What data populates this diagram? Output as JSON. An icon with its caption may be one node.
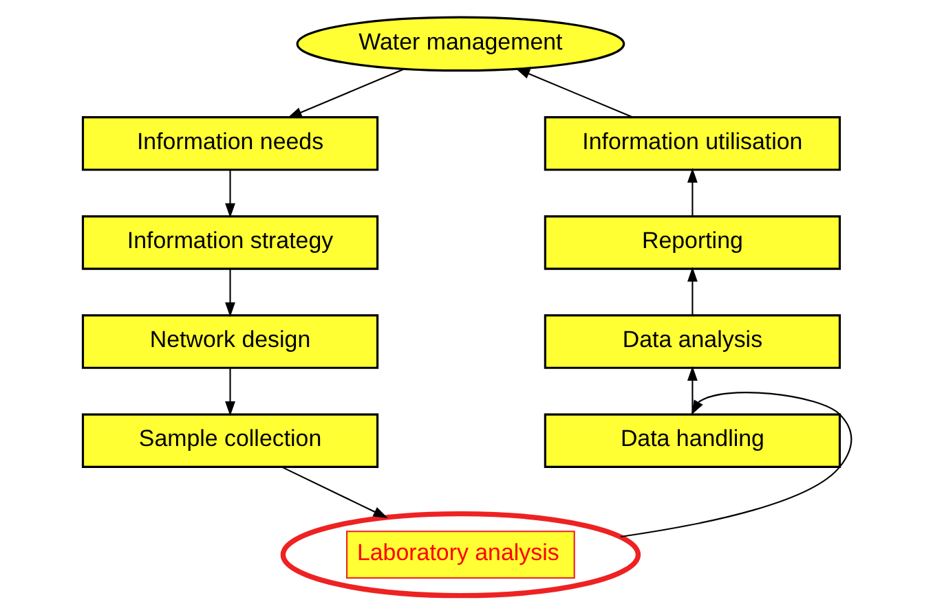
{
  "diagram": {
    "nodes": [
      {
        "text": [
          "Water management"
        ]
      },
      {
        "text": [
          "Information needs"
        ]
      },
      {
        "text": [
          "Information strategy"
        ]
      },
      {
        "text": [
          "Network design"
        ]
      },
      {
        "text": [
          "Sample collection"
        ]
      },
      {
        "text": [
          "Laboratory analysis"
        ]
      },
      {
        "text": [
          "Data handling"
        ]
      },
      {
        "text": [
          "Data analysis"
        ]
      },
      {
        "text": [
          "Reporting"
        ]
      },
      {
        "text": [
          "Information utilisation"
        ]
      }
    ],
    "edges": [
      {
        "from": 0,
        "to": 1,
        "arrow": "to"
      },
      {
        "from": 1,
        "to": 2,
        "arrow": "to"
      },
      {
        "from": 2,
        "to": 3,
        "arrow": "to"
      },
      {
        "from": 3,
        "to": 4,
        "arrow": "to"
      },
      {
        "from": 4,
        "to": 5,
        "arrow": "to"
      },
      {
        "from": 5,
        "to": 6,
        "arrow": "to"
      },
      {
        "from": 6,
        "to": 7,
        "arrow": "to"
      },
      {
        "from": 7,
        "to": 8,
        "arrow": "to"
      },
      {
        "from": 8,
        "to": 9,
        "arrow": "to"
      },
      {
        "from": 9,
        "to": 0,
        "arrow": "to"
      }
    ]
  }
}
